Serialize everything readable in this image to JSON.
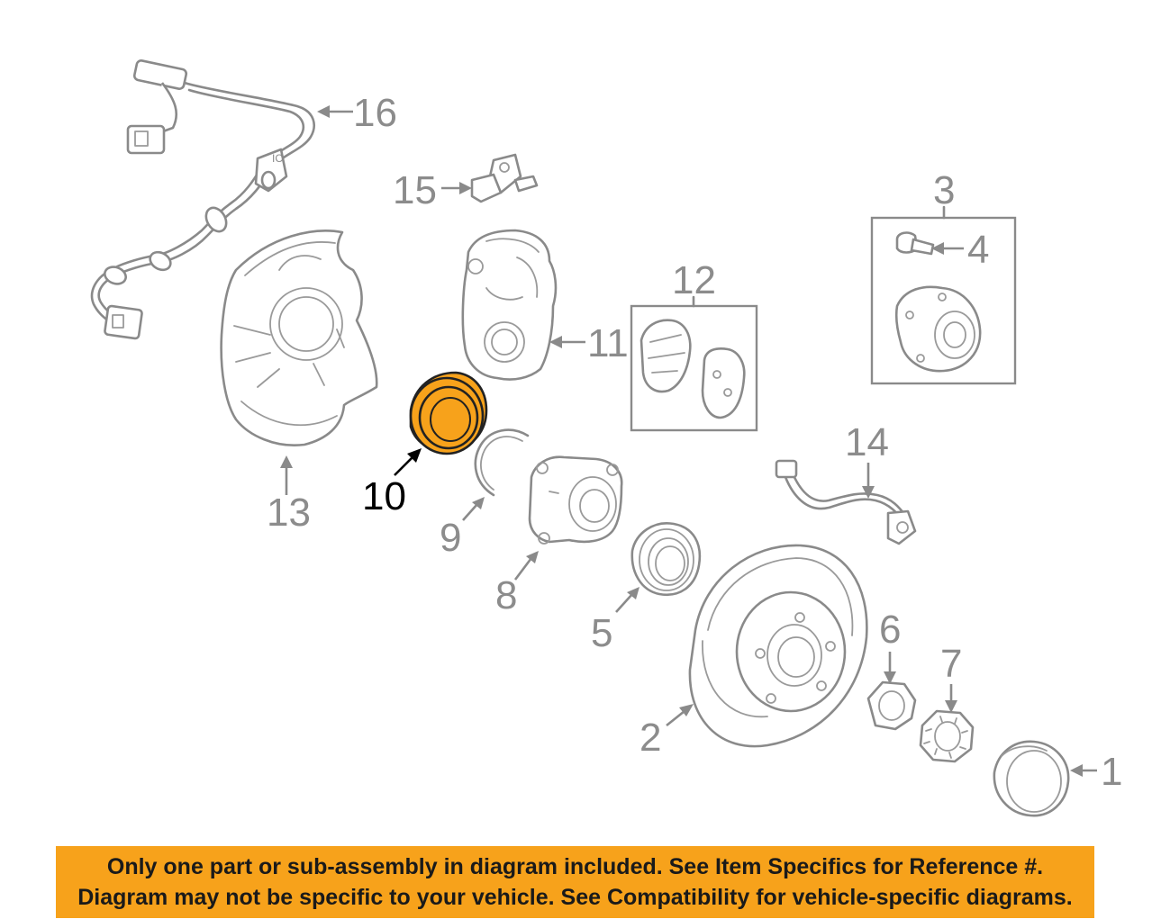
{
  "labels": {
    "n1": "1",
    "n2": "2",
    "n3": "3",
    "n4": "4",
    "n5": "5",
    "n6": "6",
    "n7": "7",
    "n8": "8",
    "n9": "9",
    "n10": "10",
    "n11": "11",
    "n12": "12",
    "n13": "13",
    "n14": "14",
    "n15": "15",
    "n16": "16"
  },
  "highlight_part": "10",
  "colors": {
    "highlight": "#f7a21b",
    "line": "#8a8a8a",
    "banner": "#f7a21b"
  },
  "notice": {
    "line1": "Only one part or sub-assembly in diagram included. See Item Specifics for Reference #.",
    "line2": "Diagram may not be specific to your vehicle. See Compatibility for vehicle-specific diagrams."
  }
}
